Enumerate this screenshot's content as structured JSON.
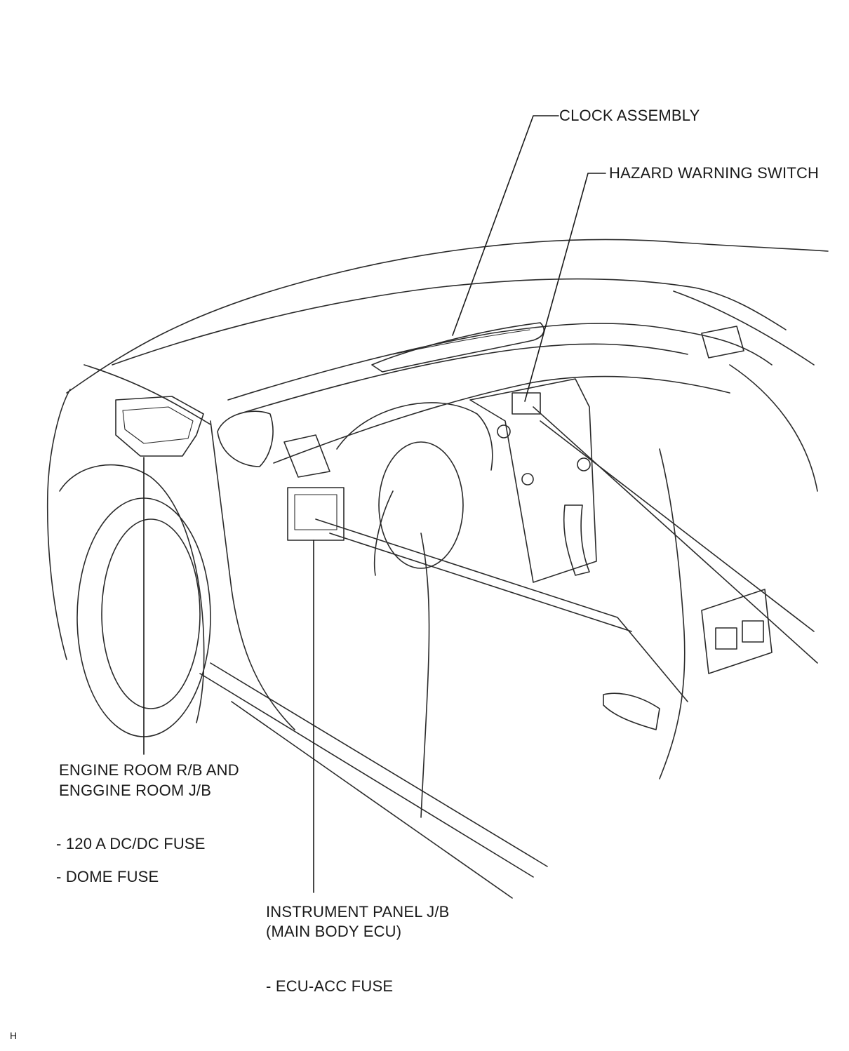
{
  "callouts": {
    "clock_assembly": "CLOCK ASSEMBLY",
    "hazard_warning_switch": "HAZARD WARNING SWITCH",
    "engine_room": {
      "line1": "ENGINE ROOM R/B AND",
      "line2": "ENGGINE ROOM J/B",
      "fuses": [
        "- 120 A DC/DC FUSE",
        "- DOME FUSE"
      ]
    },
    "instrument_panel": {
      "line1": "INSTRUMENT PANEL J/B",
      "line2": "(MAIN BODY ECU)",
      "fuses": [
        "- ECU-ACC FUSE"
      ]
    }
  },
  "corner_mark": "H"
}
